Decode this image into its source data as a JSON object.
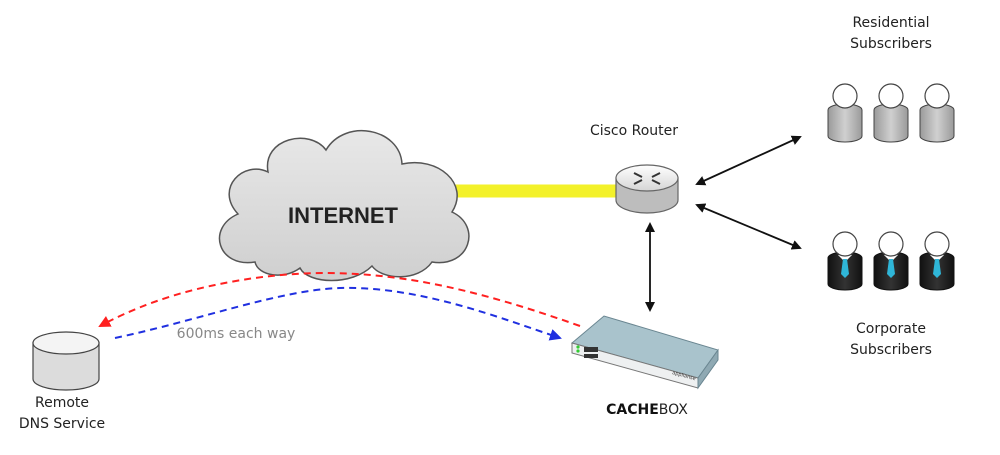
{
  "internet": {
    "label": "INTERNET"
  },
  "router": {
    "label": "Cisco Router"
  },
  "residential": {
    "line1": "Residential",
    "line2": "Subscribers"
  },
  "corporate": {
    "line1": "Corporate",
    "line2": "Subscribers"
  },
  "dns": {
    "line1": "Remote",
    "line2": "DNS Service"
  },
  "cachebox": {
    "bold": "CACHE",
    "rest": "BOX",
    "device_text": "applianse"
  },
  "latency": {
    "label": "600ms each way"
  },
  "colors": {
    "link_yellow": "#f3f12a",
    "request_red": "#ff2020",
    "reply_blue": "#2030e0",
    "cloud": "#d9d9d9",
    "device": "#a9c3cc",
    "tie": "#2fb6d8"
  }
}
